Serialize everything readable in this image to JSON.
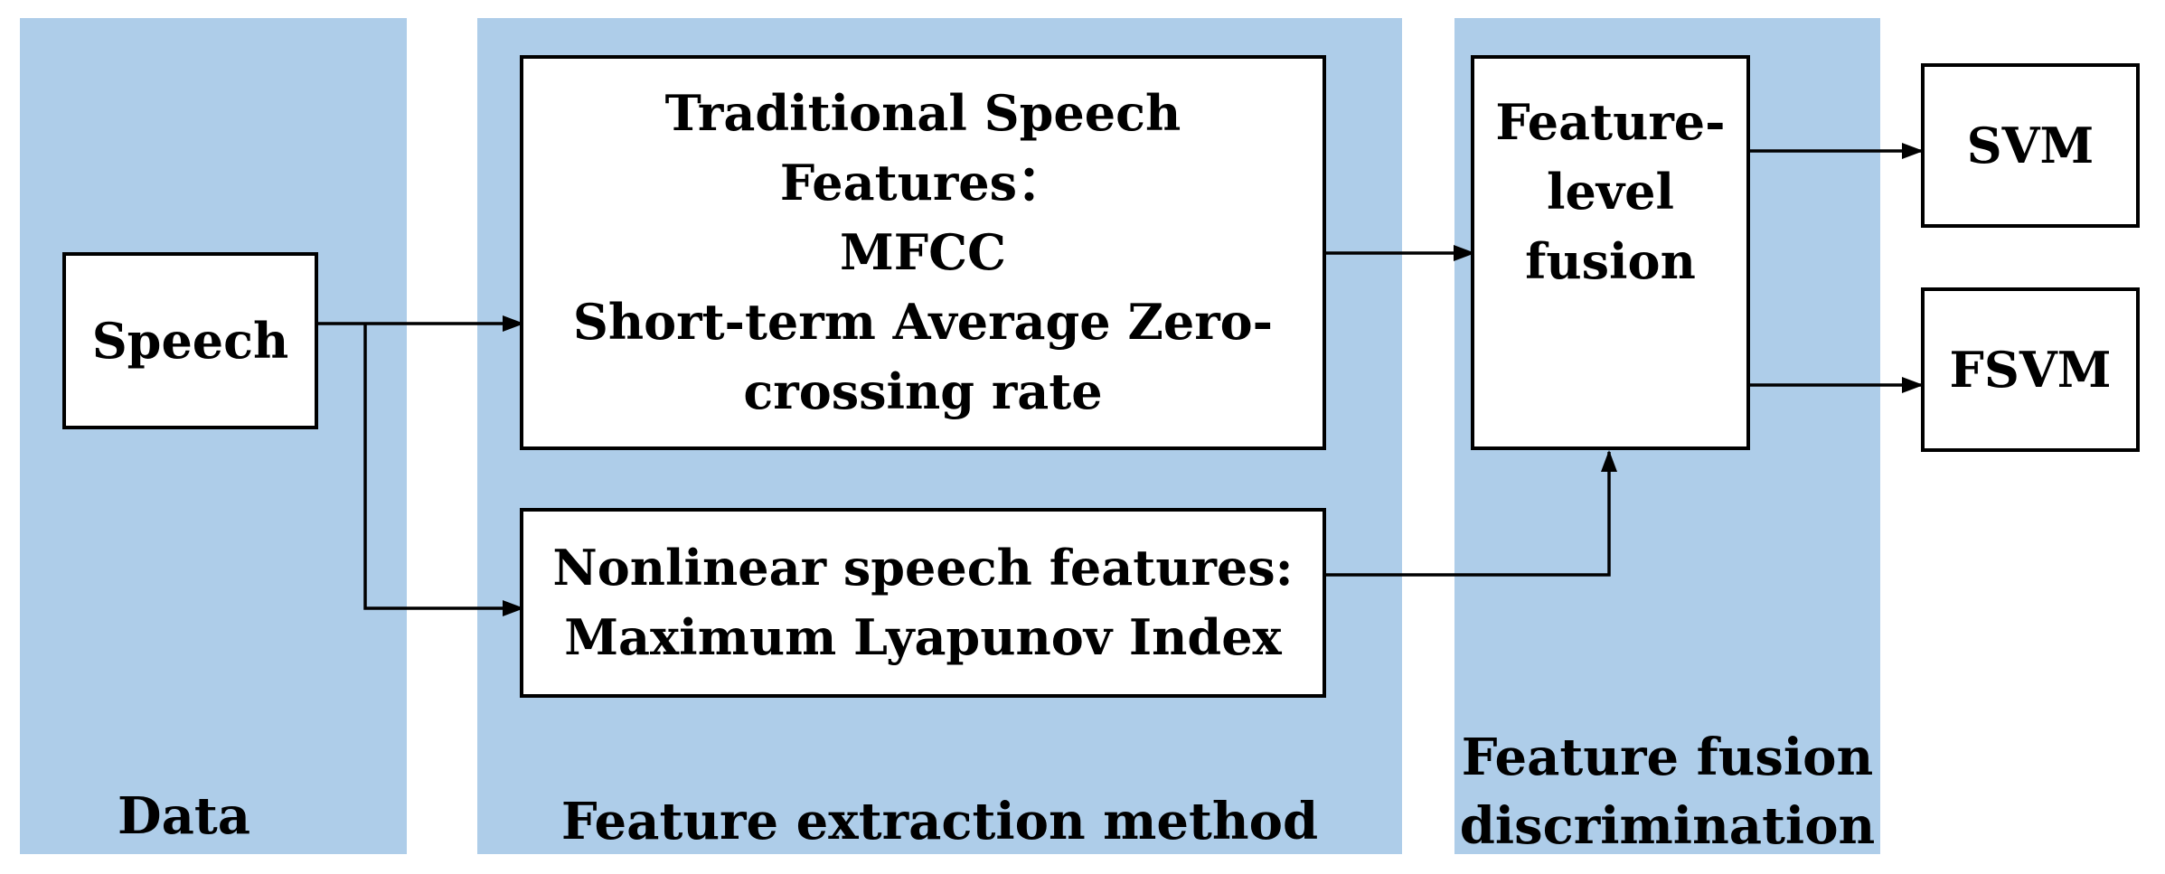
{
  "panels": {
    "data": {
      "label": "Data"
    },
    "extraction": {
      "label": "Feature extraction method"
    },
    "fusion": {
      "label_lines": [
        "Feature fusion",
        "discrimination"
      ]
    }
  },
  "nodes": {
    "speech": {
      "lines": [
        "Speech"
      ]
    },
    "traditional": {
      "lines": [
        "Traditional Speech",
        "Features：",
        "MFCC",
        "Short-term Average Zero-",
        "crossing rate"
      ]
    },
    "nonlinear": {
      "lines": [
        "Nonlinear speech features:",
        "Maximum Lyapunov Index"
      ]
    },
    "fusion": {
      "lines": [
        "Feature-",
        "level",
        "fusion"
      ]
    },
    "svm": {
      "lines": [
        "SVM"
      ]
    },
    "fsvm": {
      "lines": [
        "FSVM"
      ]
    }
  },
  "colors": {
    "panel": "#aecde9",
    "box_fill": "#ffffff",
    "stroke": "#000000"
  }
}
